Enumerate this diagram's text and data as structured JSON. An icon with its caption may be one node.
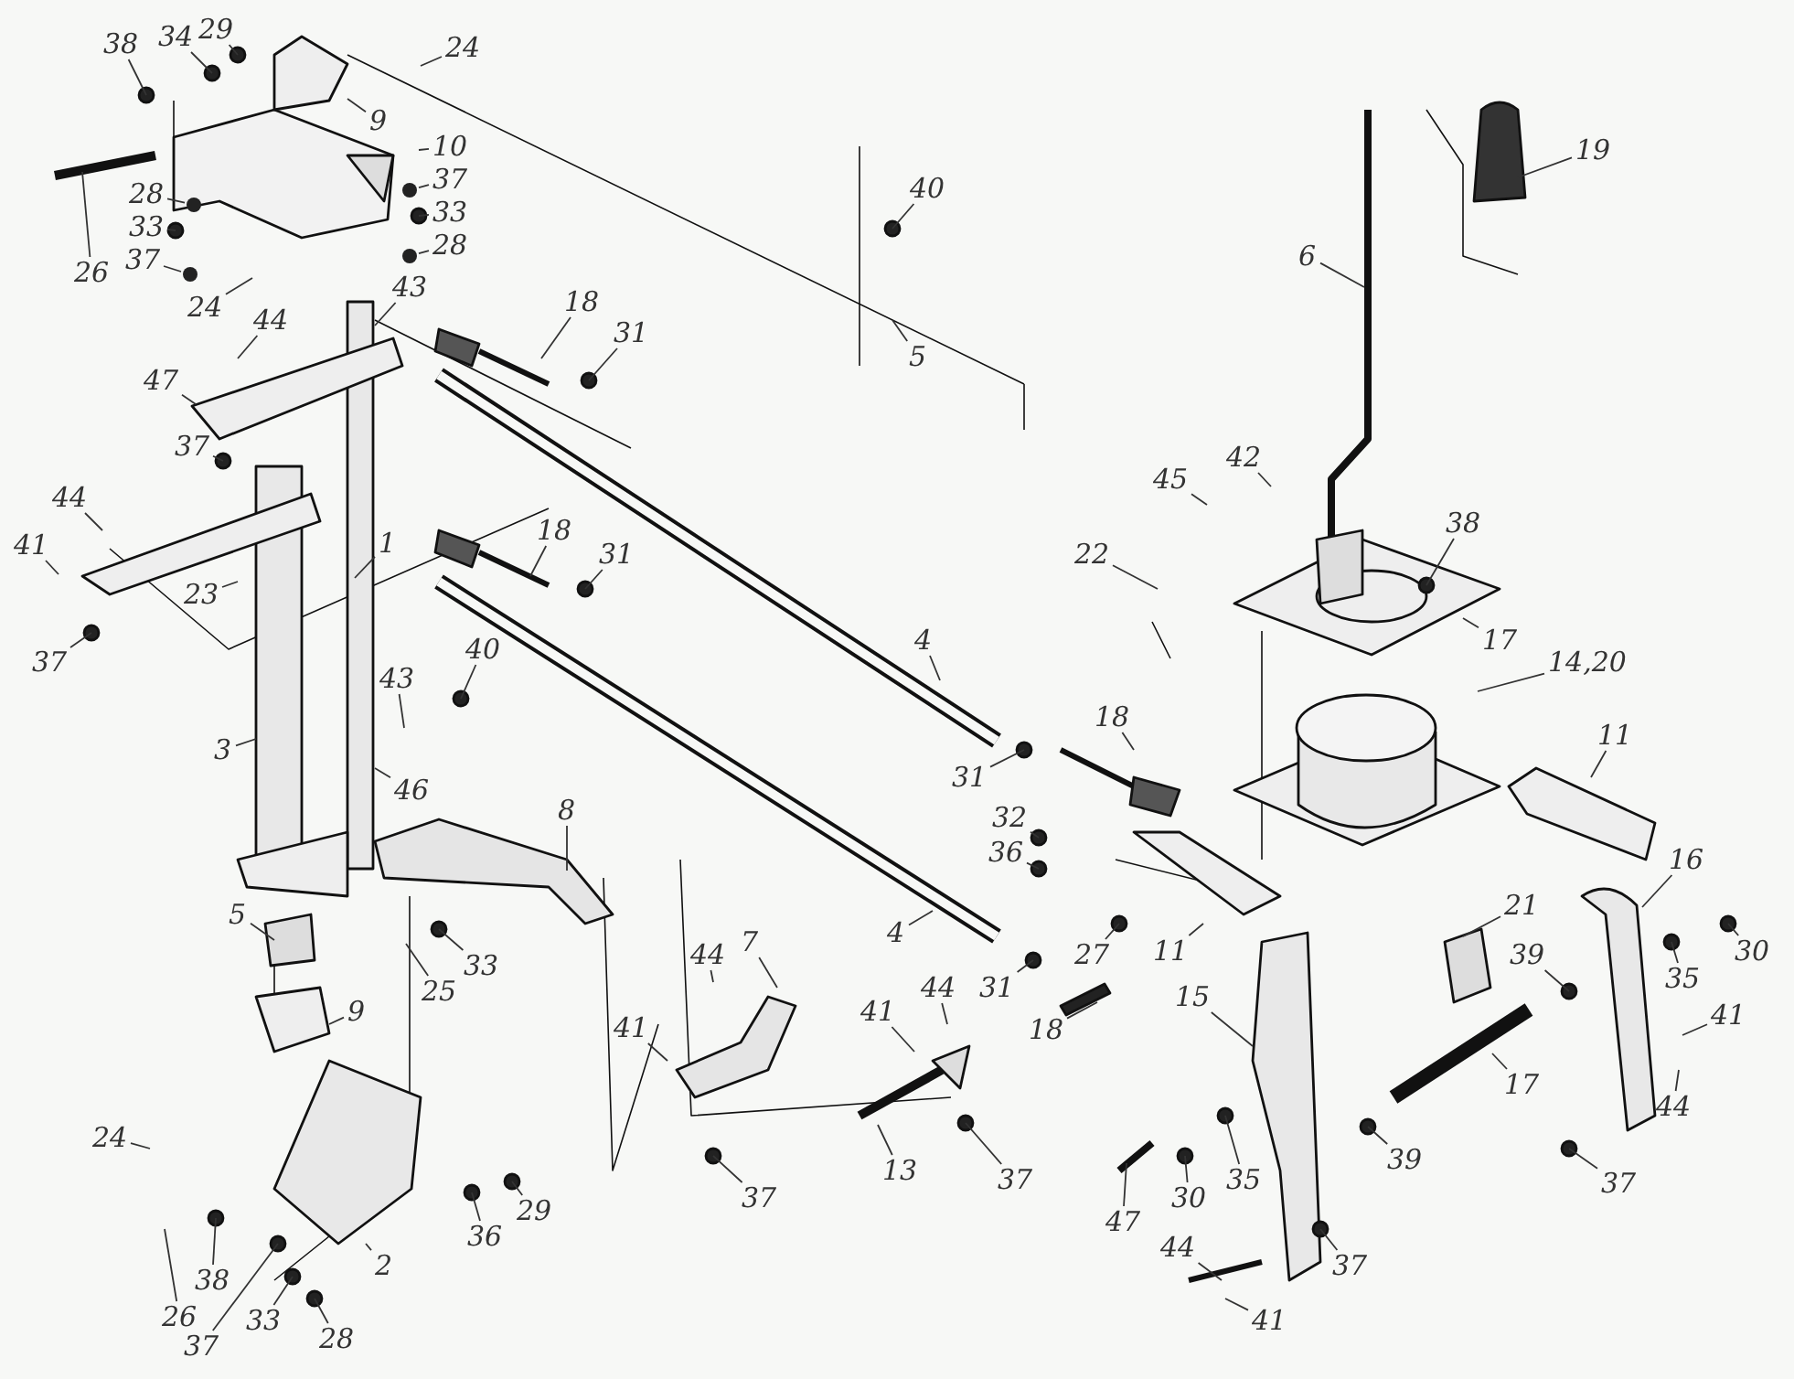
{
  "diagram": {
    "nodes": [
      {
        "text": [
          "38"
        ]
      },
      {
        "text": [
          "34"
        ]
      },
      {
        "text": [
          "29"
        ]
      },
      {
        "text": [
          "24"
        ]
      },
      {
        "text": [
          "9"
        ]
      },
      {
        "text": [
          "10"
        ]
      },
      {
        "text": [
          "37"
        ]
      },
      {
        "text": [
          "33"
        ]
      },
      {
        "text": [
          "28"
        ]
      },
      {
        "text": [
          "28"
        ]
      },
      {
        "text": [
          "33"
        ]
      },
      {
        "text": [
          "37"
        ]
      },
      {
        "text": [
          "26"
        ]
      },
      {
        "text": [
          "24"
        ]
      },
      {
        "text": [
          "43"
        ]
      },
      {
        "text": [
          "18"
        ]
      },
      {
        "text": [
          "31"
        ]
      },
      {
        "text": [
          "44"
        ]
      },
      {
        "text": [
          "47"
        ]
      },
      {
        "text": [
          "37"
        ]
      },
      {
        "text": [
          "44"
        ]
      },
      {
        "text": [
          "41"
        ]
      },
      {
        "text": [
          "37"
        ]
      },
      {
        "text": [
          "23"
        ]
      },
      {
        "text": [
          "1"
        ]
      },
      {
        "text": [
          "18"
        ]
      },
      {
        "text": [
          "31"
        ]
      },
      {
        "text": [
          "40"
        ]
      },
      {
        "text": [
          "43"
        ]
      },
      {
        "text": [
          "3"
        ]
      },
      {
        "text": [
          "46"
        ]
      },
      {
        "text": [
          "8"
        ]
      },
      {
        "text": [
          "5"
        ]
      },
      {
        "text": [
          "33"
        ]
      },
      {
        "text": [
          "25"
        ]
      },
      {
        "text": [
          "9"
        ]
      },
      {
        "text": [
          "24"
        ]
      },
      {
        "text": [
          "29"
        ]
      },
      {
        "text": [
          "36"
        ]
      },
      {
        "text": [
          "2"
        ]
      },
      {
        "text": [
          "38"
        ]
      },
      {
        "text": [
          "26"
        ]
      },
      {
        "text": [
          "37"
        ]
      },
      {
        "text": [
          "33"
        ]
      },
      {
        "text": [
          "28"
        ]
      },
      {
        "text": [
          "40"
        ]
      },
      {
        "text": [
          "5"
        ]
      },
      {
        "text": [
          "6"
        ]
      },
      {
        "text": [
          "19"
        ]
      },
      {
        "text": [
          "42"
        ]
      },
      {
        "text": [
          "45"
        ]
      },
      {
        "text": [
          "38"
        ]
      },
      {
        "text": [
          "22"
        ]
      },
      {
        "text": [
          "17"
        ]
      },
      {
        "text": [
          "14,20"
        ]
      },
      {
        "text": [
          "4"
        ]
      },
      {
        "text": [
          "31"
        ]
      },
      {
        "text": [
          "18"
        ]
      },
      {
        "text": [
          "32"
        ]
      },
      {
        "text": [
          "36"
        ]
      },
      {
        "text": [
          "11"
        ]
      },
      {
        "text": [
          "4"
        ]
      },
      {
        "text": [
          "27"
        ]
      },
      {
        "text": [
          "11"
        ]
      },
      {
        "text": [
          "31"
        ]
      },
      {
        "text": [
          "18"
        ]
      },
      {
        "text": [
          "15"
        ]
      },
      {
        "text": [
          "21"
        ]
      },
      {
        "text": [
          "39"
        ]
      },
      {
        "text": [
          "16"
        ]
      },
      {
        "text": [
          "30"
        ]
      },
      {
        "text": [
          "35"
        ]
      },
      {
        "text": [
          "41"
        ]
      },
      {
        "text": [
          "44"
        ]
      },
      {
        "text": [
          "17"
        ]
      },
      {
        "text": [
          "37"
        ]
      },
      {
        "text": [
          "39"
        ]
      },
      {
        "text": [
          "35"
        ]
      },
      {
        "text": [
          "30"
        ]
      },
      {
        "text": [
          "47"
        ]
      },
      {
        "text": [
          "37"
        ]
      },
      {
        "text": [
          "44"
        ]
      },
      {
        "text": [
          "41"
        ]
      },
      {
        "text": [
          "44"
        ]
      },
      {
        "text": [
          "7"
        ]
      },
      {
        "text": [
          "41"
        ]
      },
      {
        "text": [
          "44"
        ]
      },
      {
        "text": [
          "41"
        ]
      },
      {
        "text": [
          "13"
        ]
      },
      {
        "text": [
          "37"
        ]
      },
      {
        "text": [
          "37"
        ]
      },
      {
        "text": [],
        "shape": "circle"
      },
      {
        "text": [],
        "shape": "circle"
      },
      {
        "text": [],
        "shape": "circle"
      },
      {
        "text": [],
        "shape": "circle"
      }
    ],
    "edges": [
      {
        "from": 0,
        "to": null,
        "arrow": "none"
      },
      {
        "from": 1,
        "to": null,
        "arrow": "none"
      },
      {
        "from": 2,
        "to": null,
        "arrow": "none"
      },
      {
        "from": 3,
        "to": null,
        "arrow": "none"
      },
      {
        "from": 4,
        "to": null,
        "arrow": "none"
      },
      {
        "from": 5,
        "to": null,
        "arrow": "none"
      },
      {
        "from": 6,
        "to": 91,
        "arrow": "none"
      },
      {
        "from": 7,
        "to": null,
        "arrow": "none"
      },
      {
        "from": 8,
        "to": 92,
        "arrow": "none"
      },
      {
        "from": 9,
        "to": 93,
        "arrow": "none"
      },
      {
        "from": 10,
        "to": null,
        "arrow": "none"
      },
      {
        "from": 11,
        "to": 94,
        "arrow": "none"
      },
      {
        "from": 12,
        "to": null,
        "arrow": "none"
      },
      {
        "from": 13,
        "to": null,
        "arrow": "none"
      },
      {
        "from": 14,
        "to": null,
        "arrow": "none"
      },
      {
        "from": 15,
        "to": null,
        "arrow": "none"
      },
      {
        "from": 16,
        "to": null,
        "arrow": "none"
      },
      {
        "from": 17,
        "to": null,
        "arrow": "none"
      },
      {
        "from": 18,
        "to": null,
        "arrow": "none"
      },
      {
        "from": 19,
        "to": null,
        "arrow": "none"
      },
      {
        "from": 20,
        "to": null,
        "arrow": "none"
      },
      {
        "from": 21,
        "to": null,
        "arrow": "none"
      },
      {
        "from": 22,
        "to": null,
        "arrow": "none"
      },
      {
        "from": 23,
        "to": null,
        "arrow": "none"
      },
      {
        "from": 24,
        "to": null,
        "arrow": "none"
      },
      {
        "from": 25,
        "to": null,
        "arrow": "none"
      },
      {
        "from": 26,
        "to": null,
        "arrow": "none"
      },
      {
        "from": 27,
        "to": null,
        "arrow": "none"
      },
      {
        "from": 28,
        "to": null,
        "arrow": "none"
      },
      {
        "from": 29,
        "to": null,
        "arrow": "none"
      },
      {
        "from": 30,
        "to": null,
        "arrow": "none"
      },
      {
        "from": 31,
        "to": null,
        "arrow": "none"
      },
      {
        "from": 32,
        "to": null,
        "arrow": "none"
      },
      {
        "from": 33,
        "to": null,
        "arrow": "none"
      },
      {
        "from": 34,
        "to": null,
        "arrow": "none"
      },
      {
        "from": 35,
        "to": null,
        "arrow": "none"
      },
      {
        "from": 36,
        "to": null,
        "arrow": "none"
      },
      {
        "from": 37,
        "to": null,
        "arrow": "none"
      },
      {
        "from": 38,
        "to": null,
        "arrow": "none"
      },
      {
        "from": 39,
        "to": null,
        "arrow": "none"
      },
      {
        "from": 40,
        "to": null,
        "arrow": "none"
      },
      {
        "from": 41,
        "to": null,
        "arrow": "none"
      },
      {
        "from": 42,
        "to": null,
        "arrow": "none"
      },
      {
        "from": 43,
        "to": null,
        "arrow": "none"
      },
      {
        "from": 44,
        "to": null,
        "arrow": "none"
      },
      {
        "from": 45,
        "to": null,
        "arrow": "none"
      },
      {
        "from": 46,
        "to": null,
        "arrow": "none"
      },
      {
        "from": 47,
        "to": null,
        "arrow": "none"
      },
      {
        "from": 48,
        "to": null,
        "arrow": "none"
      },
      {
        "from": 49,
        "to": null,
        "arrow": "none"
      },
      {
        "from": 50,
        "to": null,
        "arrow": "none"
      },
      {
        "from": 51,
        "to": null,
        "arrow": "none"
      },
      {
        "from": 52,
        "to": null,
        "arrow": "none"
      },
      {
        "from": 53,
        "to": null,
        "arrow": "none"
      },
      {
        "from": 54,
        "to": null,
        "arrow": "none"
      },
      {
        "from": 55,
        "to": null,
        "arrow": "none"
      },
      {
        "from": 56,
        "to": null,
        "arrow": "none"
      },
      {
        "from": 57,
        "to": null,
        "arrow": "none"
      },
      {
        "from": 58,
        "to": null,
        "arrow": "none"
      },
      {
        "from": 59,
        "to": null,
        "arrow": "none"
      },
      {
        "from": 60,
        "to": null,
        "arrow": "none"
      },
      {
        "from": 61,
        "to": null,
        "arrow": "none"
      },
      {
        "from": 62,
        "to": null,
        "arrow": "none"
      },
      {
        "from": 63,
        "to": null,
        "arrow": "none"
      },
      {
        "from": 64,
        "to": null,
        "arrow": "none"
      },
      {
        "from": 65,
        "to": null,
        "arrow": "none"
      },
      {
        "from": 66,
        "to": null,
        "arrow": "none"
      },
      {
        "from": 67,
        "to": null,
        "arrow": "none"
      },
      {
        "from": 68,
        "to": null,
        "arrow": "none"
      },
      {
        "from": 69,
        "to": null,
        "arrow": "none"
      },
      {
        "from": 70,
        "to": null,
        "arrow": "none"
      },
      {
        "from": 71,
        "to": null,
        "arrow": "none"
      },
      {
        "from": 72,
        "to": null,
        "arrow": "none"
      },
      {
        "from": 73,
        "to": null,
        "arrow": "none"
      },
      {
        "from": 74,
        "to": null,
        "arrow": "none"
      },
      {
        "from": 75,
        "to": null,
        "arrow": "none"
      },
      {
        "from": 76,
        "to": null,
        "arrow": "none"
      },
      {
        "from": 77,
        "to": null,
        "arrow": "none"
      },
      {
        "from": 78,
        "to": null,
        "arrow": "none"
      },
      {
        "from": 79,
        "to": null,
        "arrow": "none"
      },
      {
        "from": 80,
        "to": null,
        "arrow": "none"
      },
      {
        "from": 81,
        "to": null,
        "arrow": "none"
      },
      {
        "from": 82,
        "to": null,
        "arrow": "none"
      },
      {
        "from": 83,
        "to": null,
        "arrow": "none"
      },
      {
        "from": 84,
        "to": null,
        "arrow": "none"
      },
      {
        "from": 85,
        "to": null,
        "arrow": "none"
      },
      {
        "from": 86,
        "to": null,
        "arrow": "none"
      },
      {
        "from": 87,
        "to": null,
        "arrow": "none"
      },
      {
        "from": 88,
        "to": null,
        "arrow": "none"
      },
      {
        "from": 89,
        "to": null,
        "arrow": "none"
      },
      {
        "from": 90,
        "to": null,
        "arrow": "none"
      }
    ]
  }
}
